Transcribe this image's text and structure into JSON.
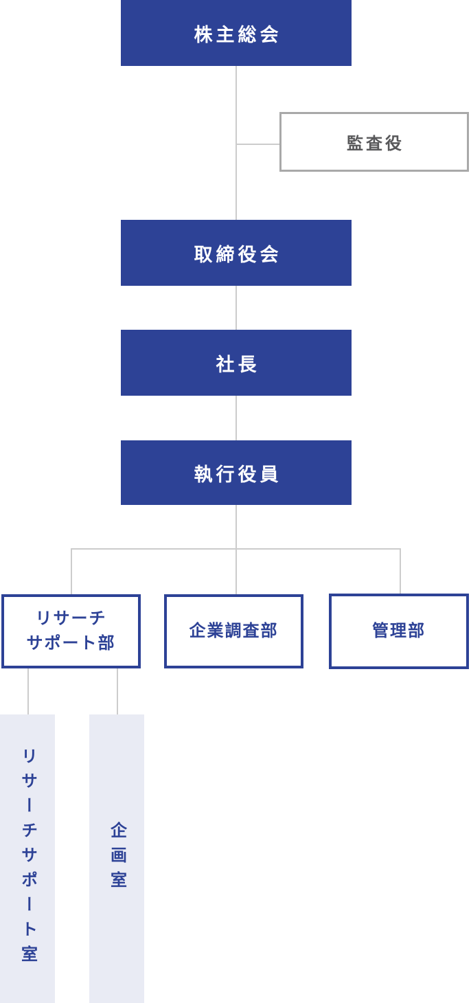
{
  "colors": {
    "primary_blue": "#2d4296",
    "connector_gray": "#cccccc",
    "auditor_border": "#a9a9a9",
    "auditor_text": "#58585a",
    "light_fill": "#e9ebf4",
    "bg": "#ffffff"
  },
  "org_chart": {
    "nodes": {
      "shareholders": "株主総会",
      "auditor": "監査役",
      "board": "取締役会",
      "president": "社長",
      "executives": "執行役員",
      "research_support_dept": "リサーチ\nサポート部",
      "corporate_research_dept": "企業調査部",
      "admin_dept": "管理部",
      "research_support_office": "リサーチサポート室",
      "planning_office": "企画室"
    }
  }
}
